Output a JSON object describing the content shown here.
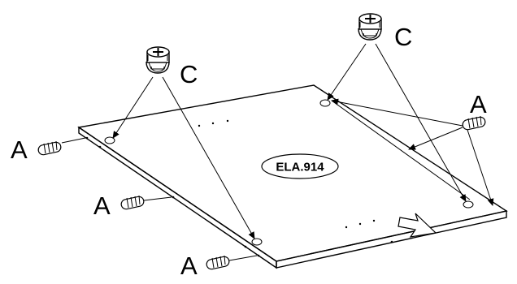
{
  "diagram": {
    "panel_label": "ELA.914",
    "callouts": {
      "dowel_left_top": "A",
      "dowel_left_mid": "A",
      "dowel_left_bottom": "A",
      "dowel_right": "A",
      "cam_left": "C",
      "cam_right": "C"
    }
  }
}
